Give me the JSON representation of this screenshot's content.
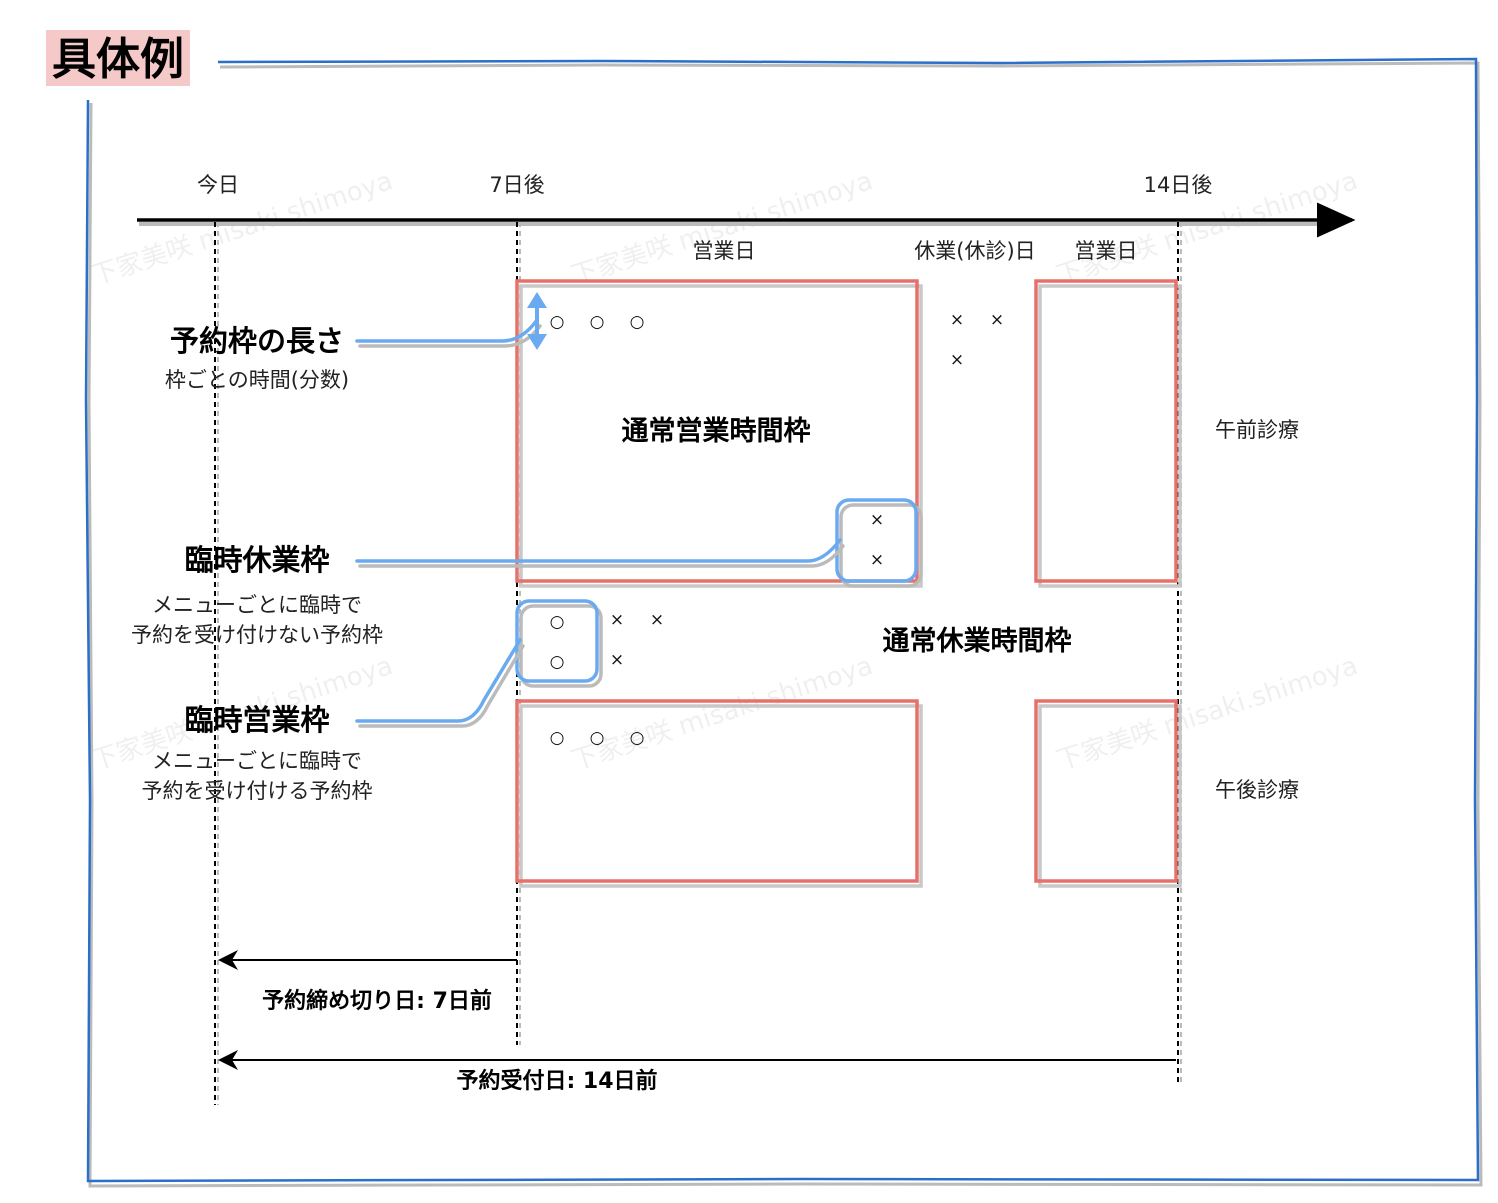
{
  "title": "具体例",
  "timeline": {
    "today": "今日",
    "day7": "7日後",
    "day14": "14日後"
  },
  "day_labels": {
    "business1": "営業日",
    "holiday": "休業(休診)日",
    "business2": "営業日"
  },
  "slot_labels": {
    "regular_business": "通常営業時間枠",
    "regular_closed": "通常休業時間枠"
  },
  "session_labels": {
    "am": "午前診療",
    "pm": "午後診療"
  },
  "annotations": {
    "slot_length": {
      "title": "予約枠の長さ",
      "desc": "枠ごとの時間(分数)"
    },
    "temp_closed": {
      "title": "臨時休業枠",
      "desc1": "メニューごとに臨時で",
      "desc2": "予約を受け付けない予約枠"
    },
    "temp_open": {
      "title": "臨時営業枠",
      "desc1": "メニューごとに臨時で",
      "desc2": "予約を受け付ける予約枠"
    }
  },
  "marks": {
    "open": "○",
    "closed": "×"
  },
  "ranges": {
    "deadline": "予約締め切り日: 7日前",
    "acceptance": "予約受付日: 14日前"
  },
  "watermark": "下家美咲 misaki.shimoya",
  "colors": {
    "frame": "#2a6fc9",
    "slot": "#e8706a",
    "highlight": "#6aaaf0",
    "title_bg": "#f6c9c9"
  }
}
